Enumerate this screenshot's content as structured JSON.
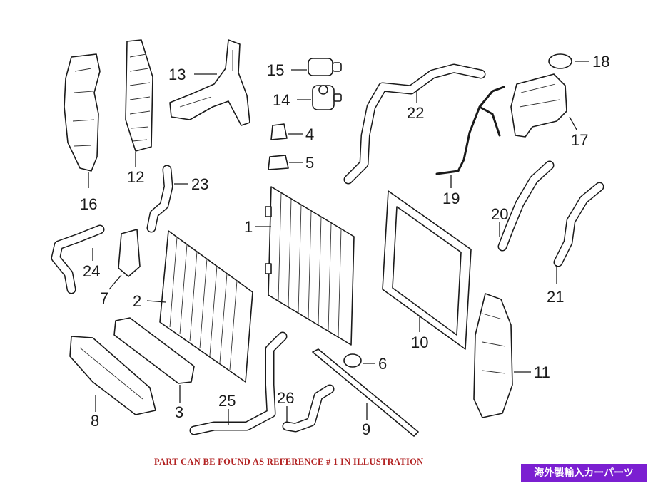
{
  "caption": "PART CAN BE FOUND AS REFERENCE # 1 IN ILLUSTRATION",
  "badge": "海外製輸入カーパーツ",
  "callouts": {
    "c1": "1",
    "c2": "2",
    "c3": "3",
    "c4": "4",
    "c5": "5",
    "c6": "6",
    "c7": "7",
    "c8": "8",
    "c9": "9",
    "c10": "10",
    "c11": "11",
    "c12": "12",
    "c13": "13",
    "c14": "14",
    "c15": "15",
    "c16": "16",
    "c17": "17",
    "c18": "18",
    "c19": "19",
    "c20": "20",
    "c21": "21",
    "c22": "22",
    "c23": "23",
    "c24": "24",
    "c25": "25",
    "c26": "26"
  },
  "colors": {
    "caption": "#b22222",
    "badge_bg": "#7b1fd1",
    "line": "#1a1a1a"
  }
}
